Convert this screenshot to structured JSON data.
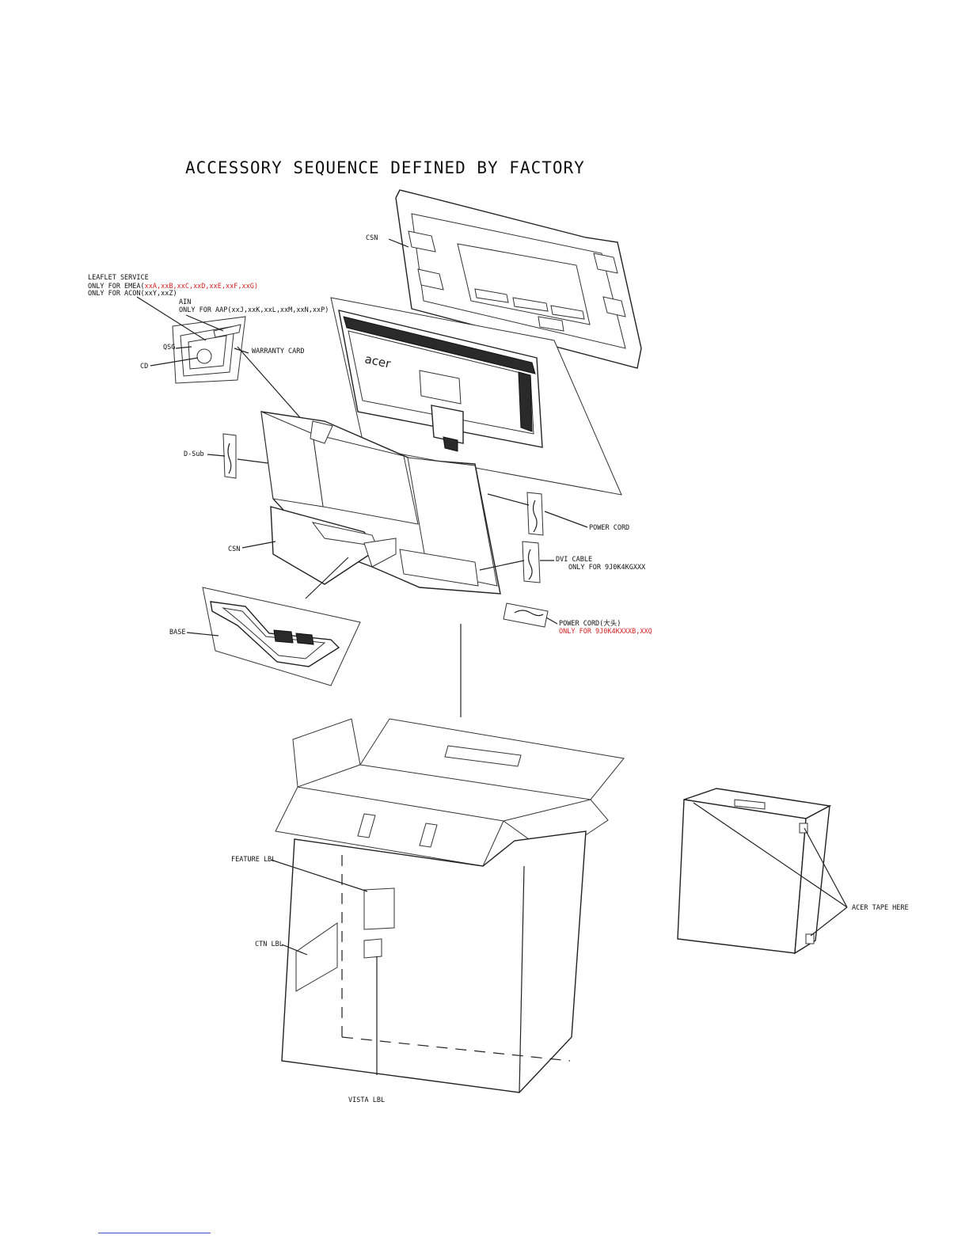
{
  "title": "ACCESSORY SEQUENCE DEFINED BY FACTORY",
  "labels": {
    "csn_top": "CSN",
    "leaflet_service": "LEAFLET SERVICE",
    "emea_prefix": "ONLY FOR EMEA(",
    "emea_codes": "xxA,xxB,xxC,xxD,xxE,xxF,xxG)",
    "acon": "ONLY FOR ACON(xxY,xxZ)",
    "ain": "AIN",
    "aap": "ONLY FOR AAP(xxJ,xxK,xxL,xxM,xxN,xxP)",
    "qsg": "QSG",
    "warranty_card": "WARRANTY CARD",
    "cd": "CD",
    "dsub": "D-Sub",
    "power_cord": "POWER CORD",
    "dvi_cable": "DVI CABLE",
    "dvi_only": "ONLY FOR 9J0K4KGXXX",
    "csn_bottom": "CSN",
    "power_cord_2": "POWER CORD(大头)",
    "power_cord_2_only": "ONLY FOR 9J0K4KXXXB,XXQ",
    "base": "BASE",
    "feature_lbl": "FEATURE LBL",
    "ctn_lbl": "CTN LBL",
    "vista_lbl": "VISTA LBL",
    "acer_tape": "ACER TAPE HERE",
    "monitor_logo": "acer"
  },
  "colors": {
    "line": "#222222",
    "red_text": "#d42020",
    "footer_rule": "#3b57c9"
  }
}
